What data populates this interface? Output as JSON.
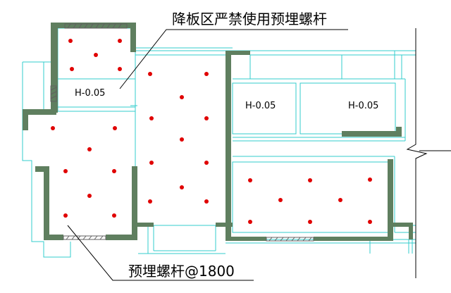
{
  "annotations": {
    "top_note": "降板区严禁使用预埋螺杆",
    "bottom_note": "预埋螺杆@1800"
  },
  "room_labels": {
    "left_small": "H-0.05",
    "center": "H-0.05",
    "right": "H-0.05"
  },
  "colors": {
    "wall": "#5f7f5f",
    "outline": "#33cccc",
    "dot": "#e00000",
    "leader": "#000000",
    "hatch": "#808080"
  }
}
